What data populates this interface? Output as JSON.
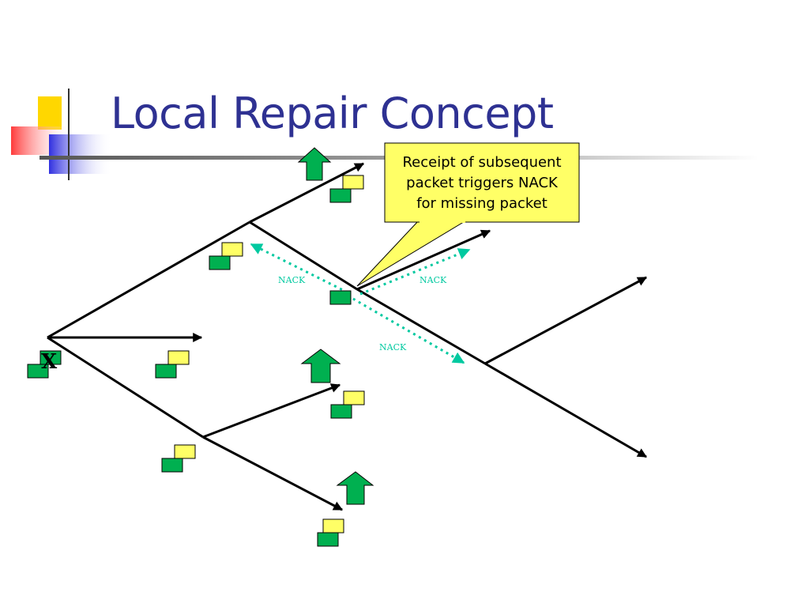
{
  "slide": {
    "title": "Local Repair Concept",
    "callout": {
      "lines": [
        "Receipt of subsequent",
        "packet triggers NACK",
        "for missing packet"
      ]
    },
    "labels": {
      "nack_left": "NACK",
      "nack_right": "NACK",
      "nack_lower": "NACK",
      "loss_marker": "X"
    }
  },
  "colors": {
    "title": "#2E3192",
    "callout_fill": "#FFFF66",
    "packet_green": "#00B050",
    "packet_yellow": "#FFFF66",
    "nack_line": "#00C9A0",
    "arrow_green": "#00B050"
  }
}
